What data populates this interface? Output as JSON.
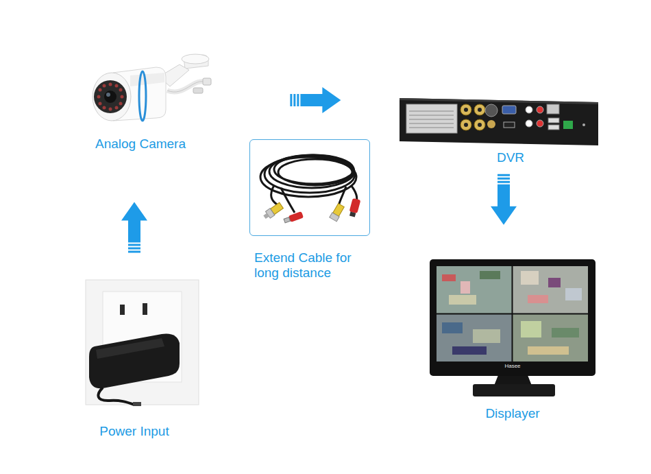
{
  "diagram": {
    "nodes": [
      {
        "text": [
          "Analog Camera"
        ]
      },
      {
        "text": [
          "Extend Cable for long distance"
        ]
      },
      {
        "text": [
          "DVR"
        ]
      },
      {
        "text": [
          "Displayer"
        ]
      },
      {
        "text": [
          "Power Input"
        ]
      }
    ],
    "edges": [
      {
        "from": 0,
        "to": 2,
        "arrow": "to"
      },
      {
        "from": 2,
        "to": 3,
        "arrow": "to"
      },
      {
        "from": 4,
        "to": 0,
        "arrow": "to"
      }
    ],
    "labels": [
      "Hasee"
    ]
  }
}
